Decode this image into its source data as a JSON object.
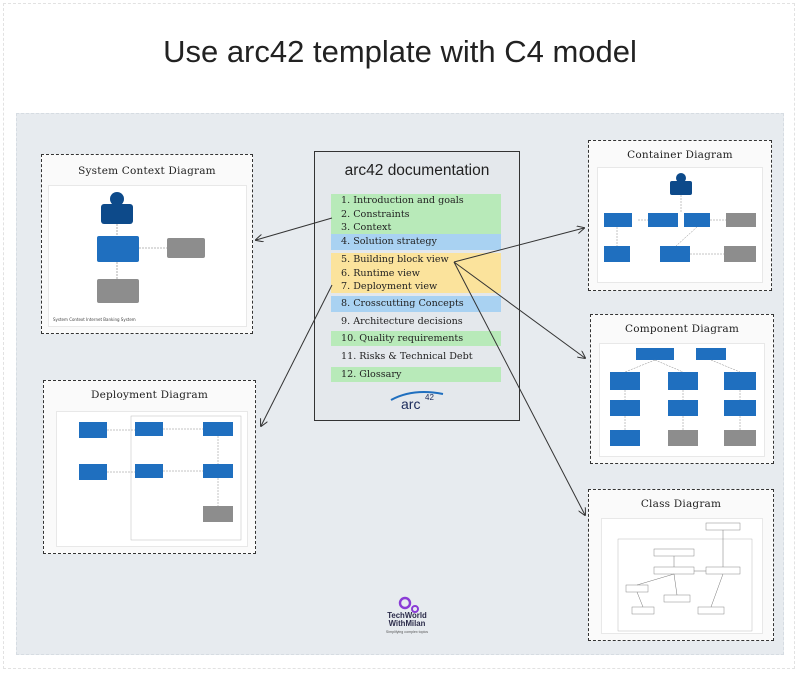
{
  "title": "Use arc42 template with C4 model",
  "documentation": {
    "title": "arc42 documentation",
    "sections": [
      {
        "label": "1. Introduction and goals",
        "color": "#b8eab9"
      },
      {
        "label": "2. Constraints",
        "color": "#b8eab9"
      },
      {
        "label": "3. Context",
        "color": "#b8eab9"
      },
      {
        "label": "4. Solution strategy",
        "color": "#a9d2f2"
      },
      {
        "label": "5. Building block view",
        "color": "#fbe39c"
      },
      {
        "label": "6. Runtime view",
        "color": "#fbe39c"
      },
      {
        "label": "7. Deployment view",
        "color": "#fbe39c"
      },
      {
        "label": "8. Crosscutting Concepts",
        "color": "#a9d2f2"
      },
      {
        "label": "9. Architecture decisions",
        "color": ""
      },
      {
        "label": "10. Quality requirements",
        "color": "#b8eab9"
      },
      {
        "label": "11. Risks & Technical Debt",
        "color": ""
      },
      {
        "label": "12. Glossary",
        "color": "#b8eab9"
      }
    ],
    "logo_text": "arc",
    "logo_sup": "42"
  },
  "diagrams": {
    "system_context": {
      "title": "System Context Diagram",
      "caption": "System Context Internet Banking System"
    },
    "container": {
      "title": "Container Diagram"
    },
    "component": {
      "title": "Component Diagram"
    },
    "deployment": {
      "title": "Deployment Diagram"
    },
    "class": {
      "title": "Class Diagram"
    }
  },
  "credit": {
    "name_line1": "TechWorld",
    "name_line2": "WithMilan",
    "tagline": "Simplifying complex topics"
  },
  "colors": {
    "blue": "#1f6fbf",
    "dark_blue": "#0d4a8a",
    "grey": "#8d8d8d",
    "canvas": "#e7ebef"
  }
}
